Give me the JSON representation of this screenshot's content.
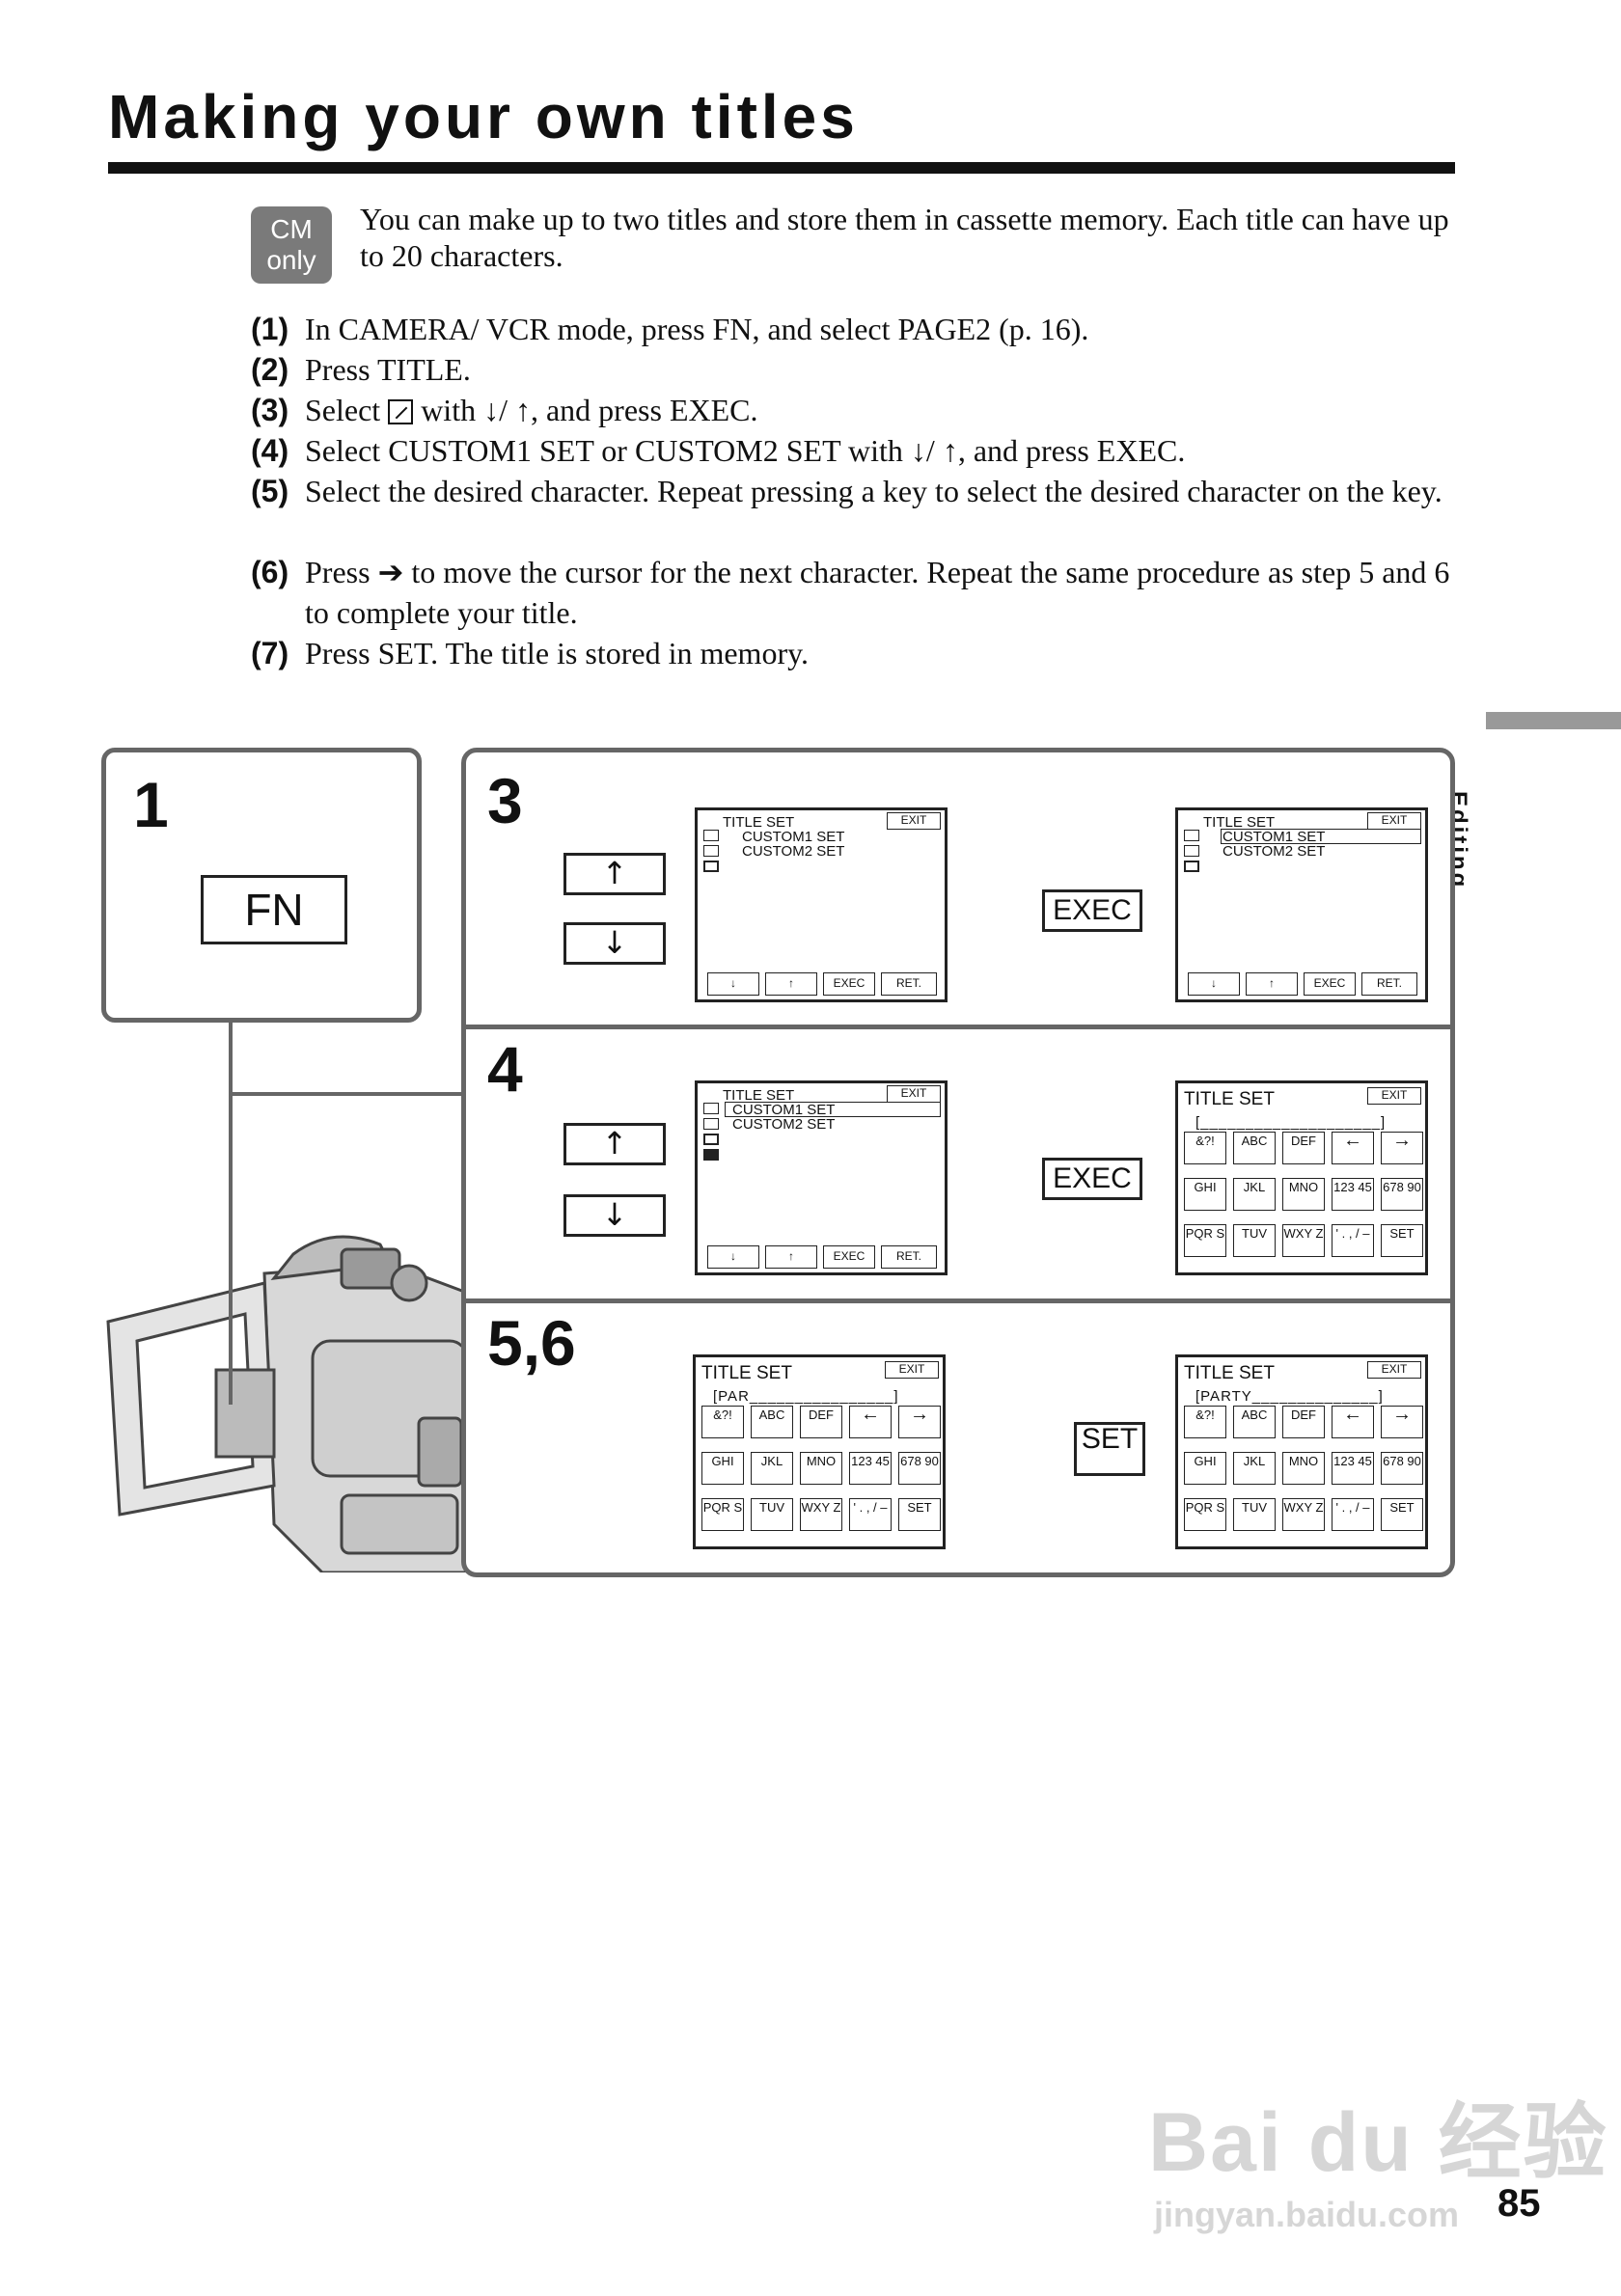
{
  "title": "Making your own titles",
  "badge": {
    "line1": "CM",
    "line2": "only"
  },
  "intro": "You can make up to two titles and store them in cassette memory. Each title can have up to 20 characters.",
  "steps": [
    {
      "num": "(1)",
      "text": "In CAMERA/ VCR mode, press FN, and select PAGE2 (p. 16)."
    },
    {
      "num": "(2)",
      "text": "Press TITLE."
    },
    {
      "num": "(3)",
      "pre": "Select",
      "post": "with ↓/ ↑, and press EXEC."
    },
    {
      "num": "(4)",
      "text": "Select CUSTOM1 SET or CUSTOM2 SET with ↓/ ↑, and press EXEC."
    },
    {
      "num": "(5)",
      "text": "Select the desired character. Repeat pressing a key to select the desired character on the key."
    },
    {
      "num": "(6)",
      "text": "Press ➔ to move the cursor for the next character. Repeat the same procedure as step 5 and 6 to complete your title."
    },
    {
      "num": "(7)",
      "text": "Press SET. The title is stored in memory."
    }
  ],
  "side_tab": "Editing",
  "panels": {
    "p1": {
      "num": "1",
      "button": "FN"
    },
    "p3": {
      "num": "3",
      "exec": "EXEC"
    },
    "p4": {
      "num": "4",
      "exec": "EXEC"
    },
    "p56": {
      "num": "5,6",
      "set": "SET"
    }
  },
  "arrows": {
    "up": "↑",
    "down": "↓"
  },
  "menu_screen": {
    "title": "TITLE  SET",
    "exit": "EXIT",
    "item1": "CUSTOM1  SET",
    "item2": "CUSTOM2  SET",
    "btn_down": "↓",
    "btn_up": "↑",
    "btn_exec": "EXEC",
    "btn_ret": "RET."
  },
  "keyboard_screen": {
    "title": "TITLE  SET",
    "exit": "EXIT",
    "field_empty": "[____________________]",
    "field_par": "[PAR________________]",
    "field_party": "[PARTY______________]",
    "row1": [
      "&?!",
      "ABC",
      "DEF",
      "←",
      "→"
    ],
    "row2": [
      "GHI",
      "JKL",
      "MNO",
      "123 45",
      "678 90"
    ],
    "row3": [
      "PQR S",
      "TUV",
      "WXY Z",
      "' . , / –",
      "SET"
    ]
  },
  "page_number": "85",
  "watermark": {
    "main": "Bai du 经验",
    "sub": "jingyan.baidu.com"
  }
}
